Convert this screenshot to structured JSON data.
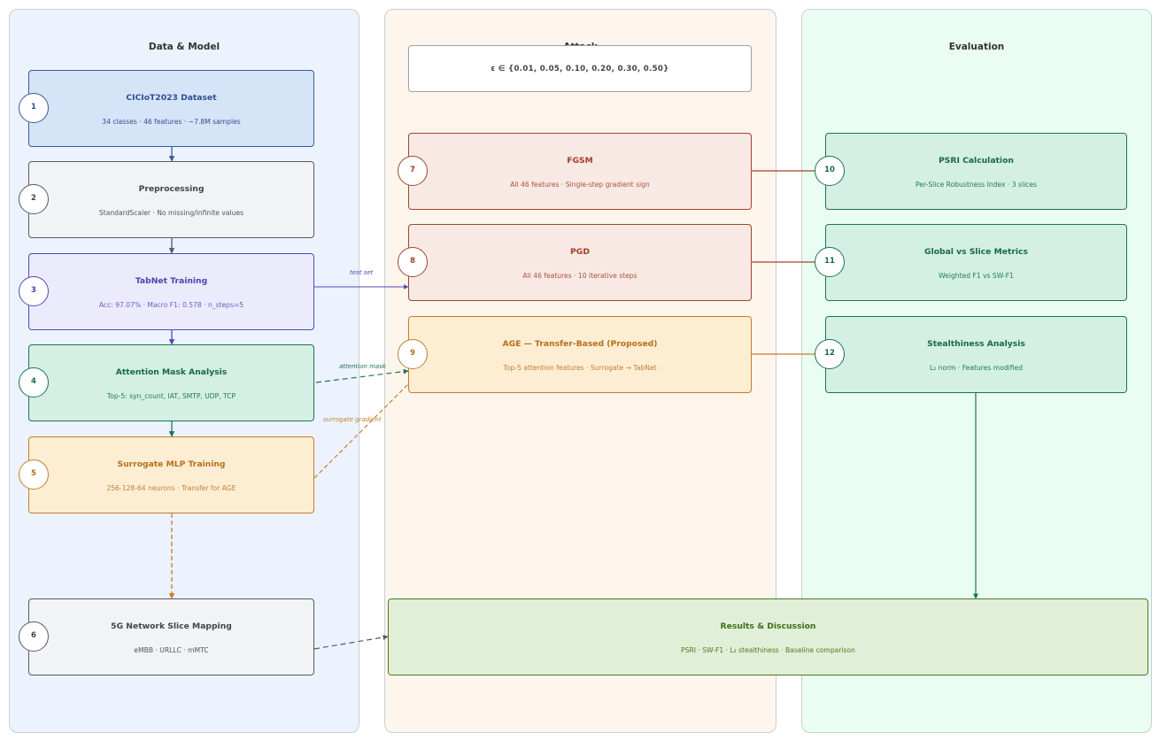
{
  "lanes": {
    "data_model": "Data & Model",
    "attack": "Attack",
    "evaluation": "Evaluation"
  },
  "epsilon_box": "ε ∈ {0.01, 0.05, 0.10, 0.20, 0.30, 0.50}",
  "nodes": {
    "n1": {
      "num": "1",
      "title": "CICIoT2023 Dataset",
      "sub": "34 classes  ·  46 features  ·  ~7.8M samples"
    },
    "n2": {
      "num": "2",
      "title": "Preprocessing",
      "sub": "StandardScaler  ·  No missing/infinite values"
    },
    "n3": {
      "num": "3",
      "title": "TabNet Training",
      "sub": "Acc: 97.07%  ·  Macro F1: 0.578  ·  n_steps=5"
    },
    "n4": {
      "num": "4",
      "title": "Attention Mask Analysis",
      "sub": "Top-5: syn_count, IAT, SMTP, UDP, TCP"
    },
    "n5": {
      "num": "5",
      "title": "Surrogate MLP Training",
      "sub": "256-128-64 neurons  ·  Transfer for AGE"
    },
    "n6": {
      "num": "6",
      "title": "5G Network Slice Mapping",
      "sub": "eMBB  ·  URLLC  ·  mMTC"
    },
    "n7": {
      "num": "7",
      "title": "FGSM",
      "sub": "All 46 features  ·  Single-step gradient sign"
    },
    "n8": {
      "num": "8",
      "title": "PGD",
      "sub": "All 46 features  ·  10 iterative steps"
    },
    "n9": {
      "num": "9",
      "title": "AGE — Transfer-Based (Proposed)",
      "sub": "Top-5 attention features  ·  Surrogate → TabNet"
    },
    "n10": {
      "num": "10",
      "title": "PSRI Calculation",
      "sub": "Per-Slice Robustness Index  ·  3 slices"
    },
    "n11": {
      "num": "11",
      "title": "Global vs Slice Metrics",
      "sub": "Weighted F1  vs  SW-F1"
    },
    "n12": {
      "num": "12",
      "title": "Stealthiness Analysis",
      "sub": "L₂ norm  ·  Features modified"
    },
    "results": {
      "title": "Results & Discussion",
      "sub": "PSRI  ·  SW-F1  ·  L₂ stealthiness  ·  Baseline comparison"
    }
  },
  "edge_labels": {
    "test_set": "test set",
    "attention_mask": "attention mask",
    "surrogate_gradient": "surrogate gradient"
  },
  "colors": {
    "blue": "#3a5a9a",
    "purple": "#5448b5",
    "teal": "#1d7355",
    "orange": "#c57e2a",
    "red": "#a2452c",
    "green": "#4c7a22",
    "gray": "#555a63"
  }
}
